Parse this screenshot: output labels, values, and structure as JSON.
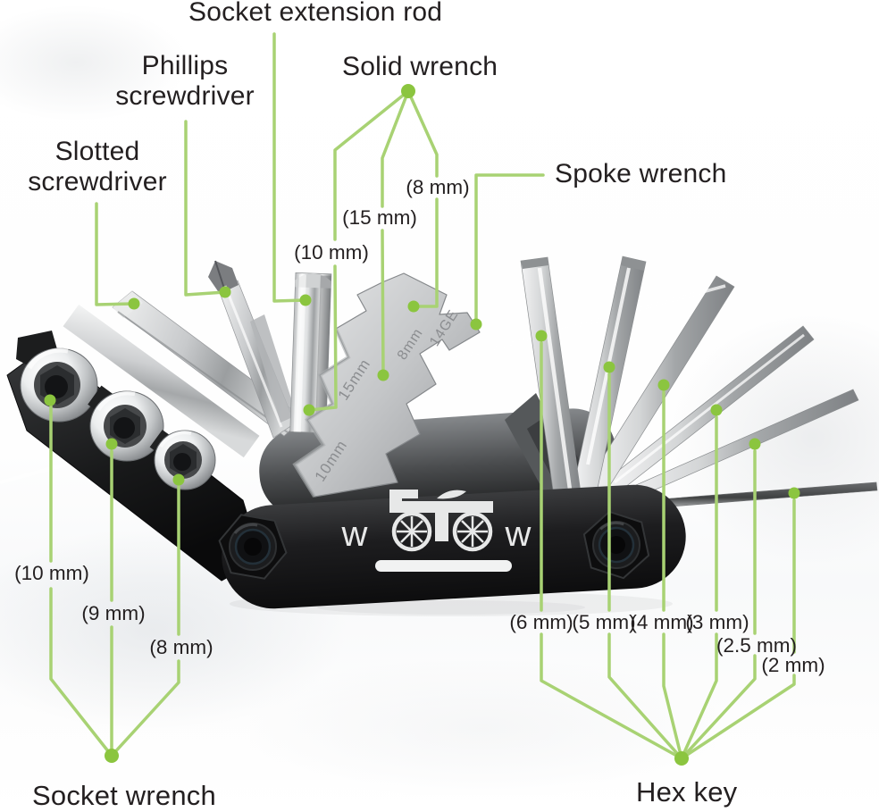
{
  "colors": {
    "background": "#ffffff",
    "annotation_line": "#a8d273",
    "annotation_dot": "#8bc53f",
    "label_text": "#231f20",
    "body_black": "#1a1a1b",
    "metal_light": "#d9dadb",
    "logo_white": "#e7e8e8"
  },
  "brand": {
    "name": "WOTOW",
    "letter": "w"
  },
  "labels": {
    "socket_extension_rod": "Socket extension rod",
    "phillips_screwdriver": "Phillips\nscrewdriver",
    "slotted_screwdriver": "Slotted\nscrewdriver",
    "solid_wrench": "Solid wrench",
    "spoke_wrench": "Spoke wrench",
    "socket_wrench": "Socket wrench",
    "hex_key": "Hex key"
  },
  "solid_wrench_sizes": {
    "mm8": "(8 mm)",
    "mm15": "(15 mm)",
    "mm10": "(10 mm)"
  },
  "socket_wrench_sizes": {
    "mm10": "(10 mm)",
    "mm9": "(9 mm)",
    "mm8": "(8 mm)"
  },
  "hex_key_sizes": {
    "mm6": "(6 mm)",
    "mm5": "(5 mm)",
    "mm4": "(4 mm)",
    "mm3": "(3 mm)",
    "mm2_5": "(2.5 mm)",
    "mm2": "(2 mm)"
  },
  "engravings": {
    "mm15": "15mm",
    "mm8": "8mm",
    "gauge": "14GE",
    "mm10": "10mm"
  }
}
